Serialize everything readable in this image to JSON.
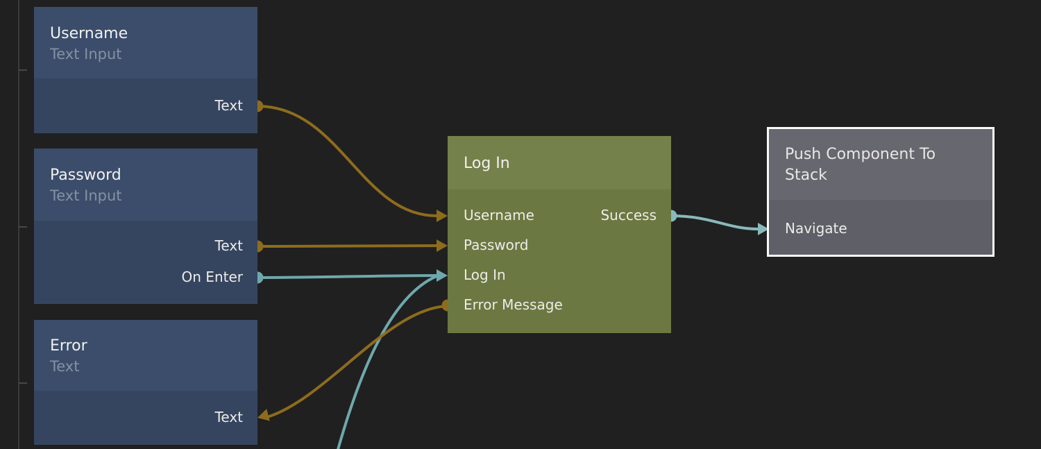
{
  "canvas": {
    "background": "#202020"
  },
  "colors": {
    "gold": "#8d6c1e",
    "teal": "#6fa8ac",
    "teal_light": "#89b9bb",
    "blue_header": "#3b4d6b",
    "blue_body": "#36455f",
    "green_header": "#74814a",
    "green_body": "#6b7841",
    "gray_header": "#67676f",
    "gray_body": "#5f5f68",
    "selection_border": "#fafafa"
  },
  "nodes": [
    {
      "title": "Username",
      "subtitle": "Text Input",
      "ports": [
        {
          "label": "Text",
          "kind": "output"
        }
      ]
    },
    {
      "title": "Password",
      "subtitle": "Text Input",
      "ports": [
        {
          "label": "Text",
          "kind": "output"
        },
        {
          "label": "On Enter",
          "kind": "output"
        }
      ]
    },
    {
      "title": "Error",
      "subtitle": "Text",
      "ports": [
        {
          "label": "Text",
          "kind": "input"
        }
      ]
    },
    {
      "title": "Log In",
      "inputs": [
        {
          "label": "Username"
        },
        {
          "label": "Password"
        },
        {
          "label": "Log In"
        },
        {
          "label": "Error Message"
        }
      ],
      "outputs": [
        {
          "label": "Success"
        }
      ]
    },
    {
      "title": "Push Component To Stack",
      "selected": true,
      "ports": [
        {
          "label": "Navigate",
          "kind": "input"
        }
      ]
    }
  ],
  "connections": [
    {
      "from": "Username.Text",
      "to": "Log In.Username",
      "color": "gold"
    },
    {
      "from": "Password.Text",
      "to": "Log In.Password",
      "color": "gold"
    },
    {
      "from": "Password.On Enter",
      "to": "Log In.Log In",
      "color": "teal"
    },
    {
      "from": "Log In.Error Message",
      "to": "Error.Text",
      "color": "gold"
    },
    {
      "from": "Log In.Success",
      "to": "Push Component To Stack.Navigate",
      "color": "teal_light"
    },
    {
      "from": "offscreen-bottom",
      "to": "Log In.Log In",
      "color": "teal"
    }
  ]
}
